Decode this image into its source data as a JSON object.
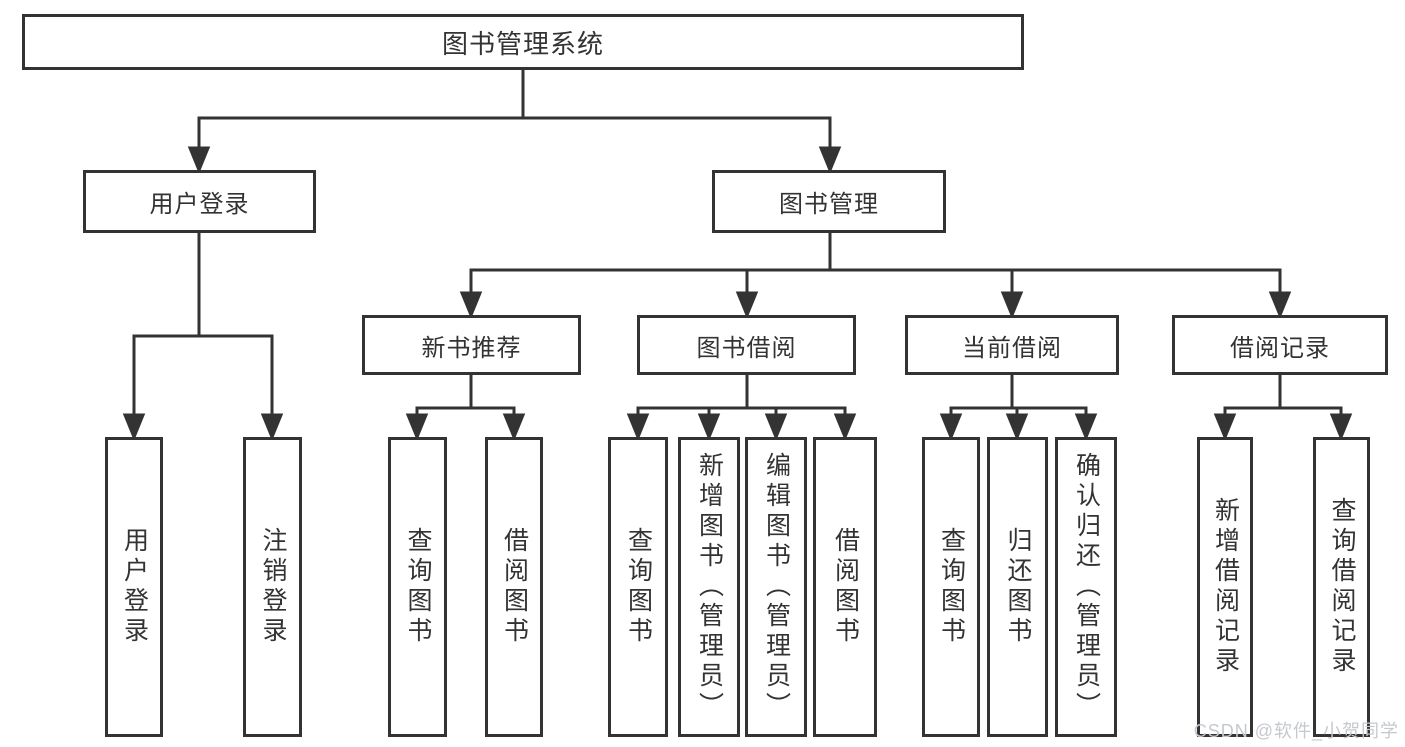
{
  "tree": {
    "root": {
      "label": "图书管理系统"
    },
    "branches": [
      {
        "label": "用户登录",
        "children": [
          {
            "label": "用户登录"
          },
          {
            "label": "注销登录"
          }
        ]
      },
      {
        "label": "图书管理",
        "children": [
          {
            "label": "新书推荐",
            "children": [
              {
                "label": "查询图书"
              },
              {
                "label": "借阅图书"
              }
            ]
          },
          {
            "label": "图书借阅",
            "children": [
              {
                "label": "查询图书"
              },
              {
                "label": "新增图书（管理员）"
              },
              {
                "label": "编辑图书（管理员）"
              },
              {
                "label": "借阅图书"
              }
            ]
          },
          {
            "label": "当前借阅",
            "children": [
              {
                "label": "查询图书"
              },
              {
                "label": "归还图书"
              },
              {
                "label": "确认归还（管理员）"
              }
            ]
          },
          {
            "label": "借阅记录",
            "children": [
              {
                "label": "新增借阅记录"
              },
              {
                "label": "查询借阅记录"
              }
            ]
          }
        ]
      }
    ]
  },
  "colors": {
    "line": "#333333",
    "watermark": "#c5c9cf"
  },
  "watermark": {
    "text": "CSDN @软件_小贺同学"
  }
}
